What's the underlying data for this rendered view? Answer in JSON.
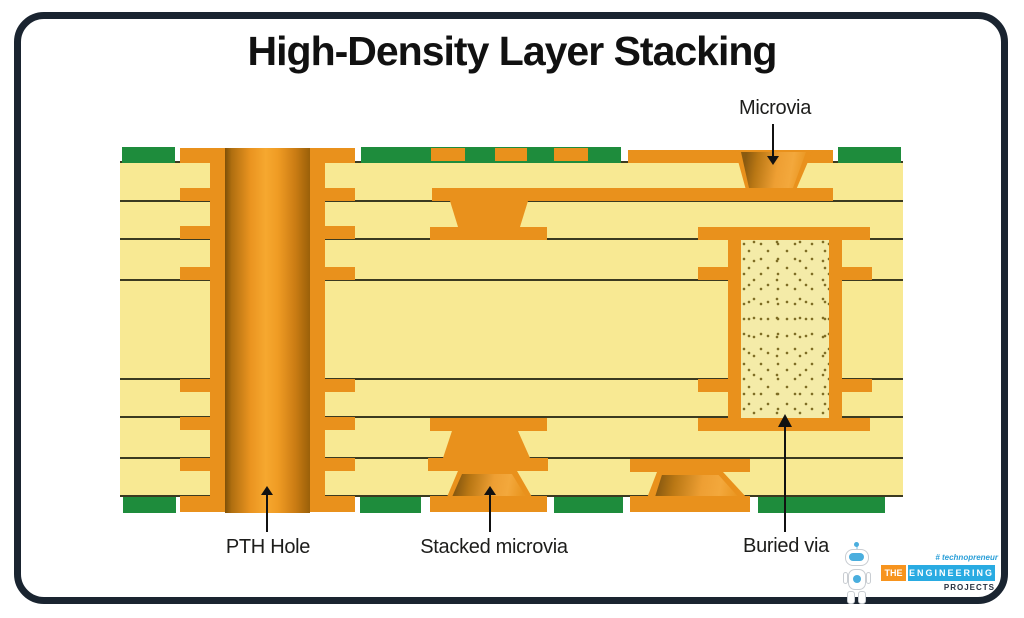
{
  "title": "High-Density Layer Stacking",
  "labels": {
    "microvia": "Microvia",
    "pth_hole": "PTH Hole",
    "stacked_microvia": "Stacked microvia",
    "buried_via": "Buried via"
  },
  "logo": {
    "tagline": "# technopreneur",
    "the": "THE",
    "engineering": "ENGINEERING",
    "projects": "PROJECTS"
  },
  "colors": {
    "copper": "#e9911c",
    "green": "#1e8c3c",
    "substrate": "#f8e993",
    "layer_line": "#3b3a20",
    "via_fill_dotted": "#f4eba8",
    "frame": "#1a2430",
    "text": "#1d1d1b",
    "logo_orange": "#f7941e",
    "logo_blue": "#29abe2",
    "logo_navy": "#27303f",
    "tagline_blue": "#2b9fd8"
  }
}
